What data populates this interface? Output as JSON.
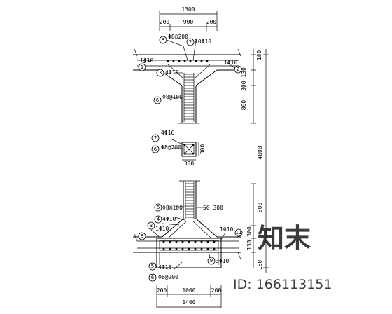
{
  "top": {
    "dim_total": "1300",
    "dim_left": "200",
    "dim_mid": "900",
    "dim_right": "200",
    "c8": "8",
    "stirrup_spec": "Φ8@200",
    "c2": "2",
    "c2_spec": "10Φ10",
    "c1": "1",
    "c1_spec": "1Φ10",
    "c3": "3",
    "c3_spec": "4Φ10",
    "c6": "6",
    "c6_spec": "Φ8@100"
  },
  "right": {
    "d180": "180",
    "d300_130": "300 130",
    "d800": "800",
    "d4000": "4000",
    "d130_300": "130 300",
    "d180_bottom": "180"
  },
  "col": {
    "c7": "7",
    "c7_spec": "4Φ16",
    "c6": "6",
    "c6_spec": "Φ8@200",
    "d300": "300"
  },
  "bot": {
    "c6": "6",
    "c6_spec": "Φ8@100",
    "c4": "4",
    "c4_spec": "4Φ10",
    "c3": "3",
    "c3_spec": "1Φ10",
    "c8": "8",
    "d50_300": "50 300",
    "c11": "11",
    "c11_spec": "1Φ10",
    "c9": "9",
    "c9_spec": "3Φ10",
    "c5": "5",
    "c5_spec": "4Φ16",
    "c6b_spec": "Φ8@200",
    "dim_left": "200",
    "dim_mid": "1000",
    "dim_right": "200",
    "dim_total": "1400"
  },
  "watermark": {
    "brand": "知末",
    "id": "ID: 166113151"
  }
}
